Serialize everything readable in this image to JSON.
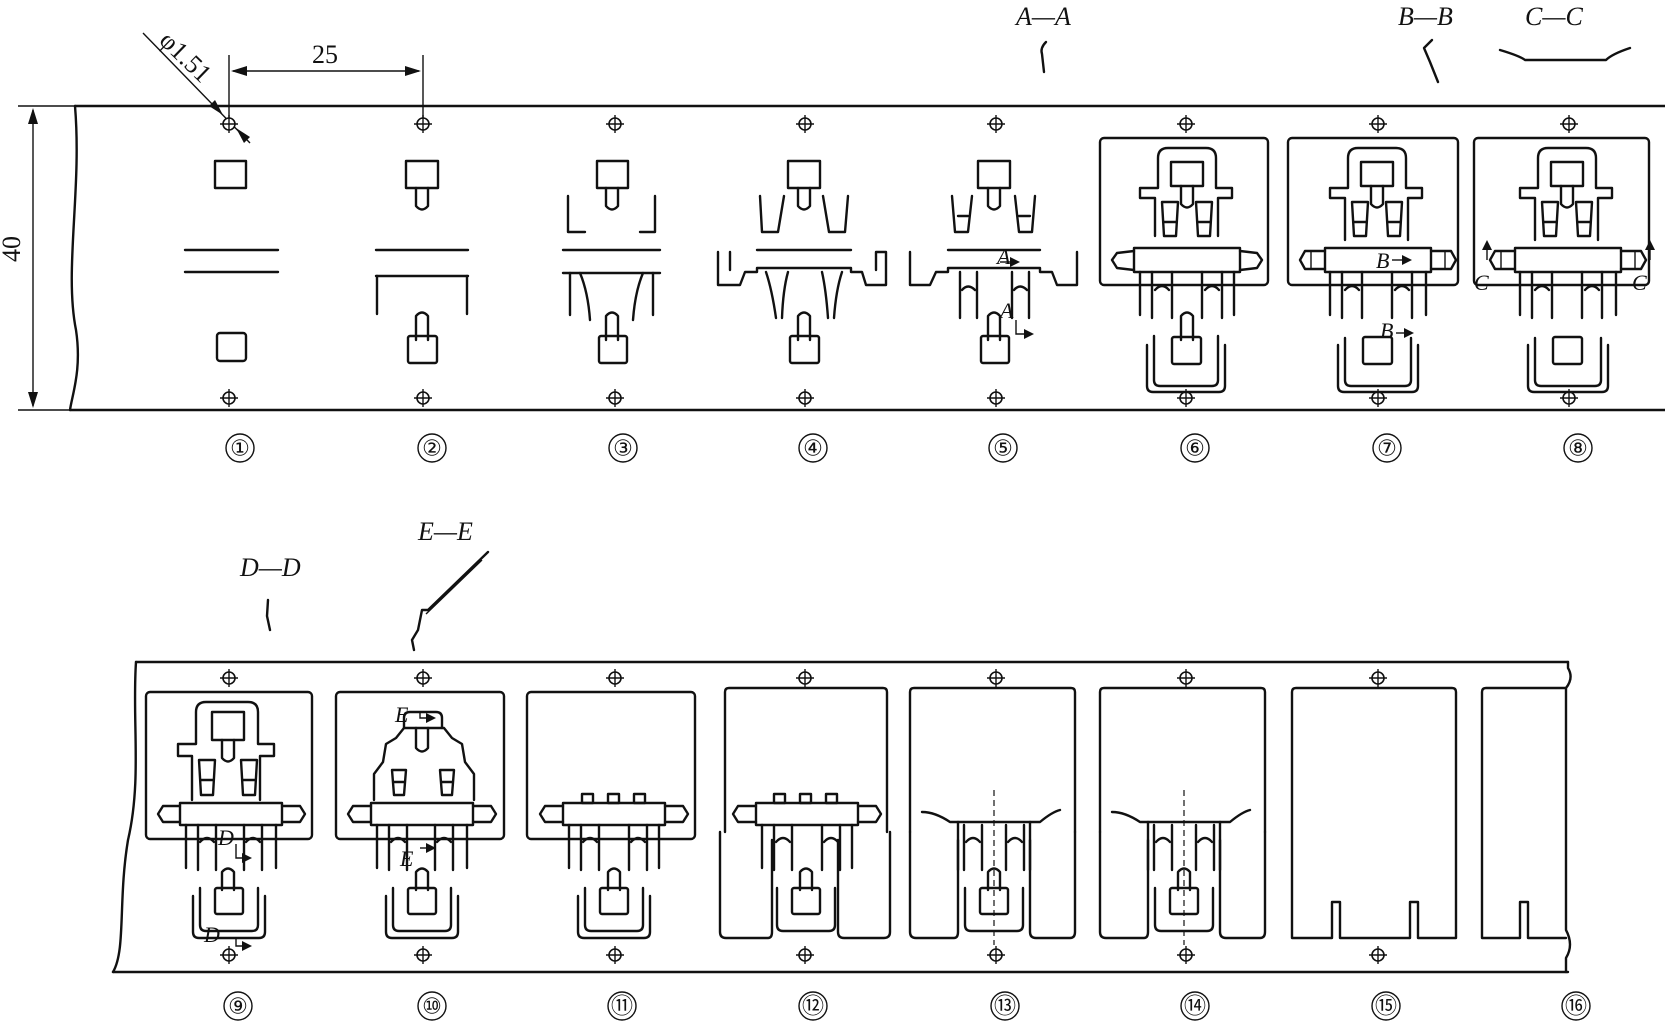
{
  "dimensions": {
    "pitch": "25",
    "pilot_hole": "φ1.51",
    "strip_width": "40"
  },
  "section_labels": {
    "aa": "A—A",
    "bb": "B—B",
    "cc": "C—C",
    "dd": "D—D",
    "ee": "E—E"
  },
  "section_marks": {
    "a": "A",
    "b": "B",
    "c": "C",
    "d": "D",
    "e": "E"
  },
  "stations": [
    "①",
    "②",
    "③",
    "④",
    "⑤",
    "⑥",
    "⑦",
    "⑧",
    "⑨",
    "⑩",
    "⑪",
    "⑫",
    "⑬",
    "⑭",
    "⑮",
    "⑯"
  ]
}
